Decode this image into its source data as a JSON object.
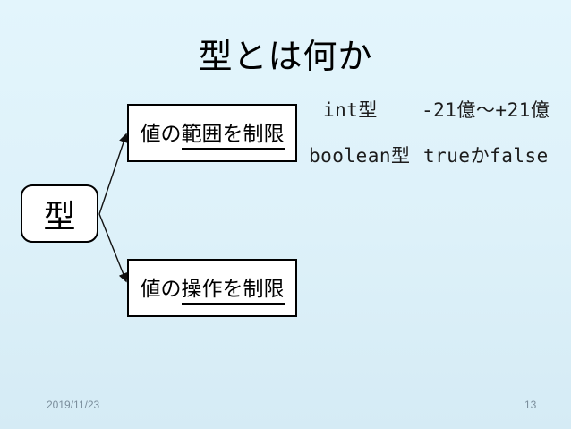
{
  "slide": {
    "title": "型とは何か",
    "diagram": {
      "root_label": "型",
      "range_box": {
        "prefix": "値の",
        "underlined": "範囲を制限"
      },
      "operation_box": {
        "prefix": "値の",
        "underlined": "操作を制限"
      }
    },
    "examples": {
      "int": {
        "type_label": "int型",
        "value": "-21億～+21億"
      },
      "boolean": {
        "type_label": "boolean型",
        "value": "trueかfalse"
      }
    },
    "footer": {
      "date": "2019/11/23",
      "page_number": "13"
    },
    "colors": {
      "background": "#ddf1f9",
      "box_fill": "#ffffff",
      "box_border": "#000000",
      "text": "#000000",
      "footer_text": "#7b8e9c"
    }
  }
}
